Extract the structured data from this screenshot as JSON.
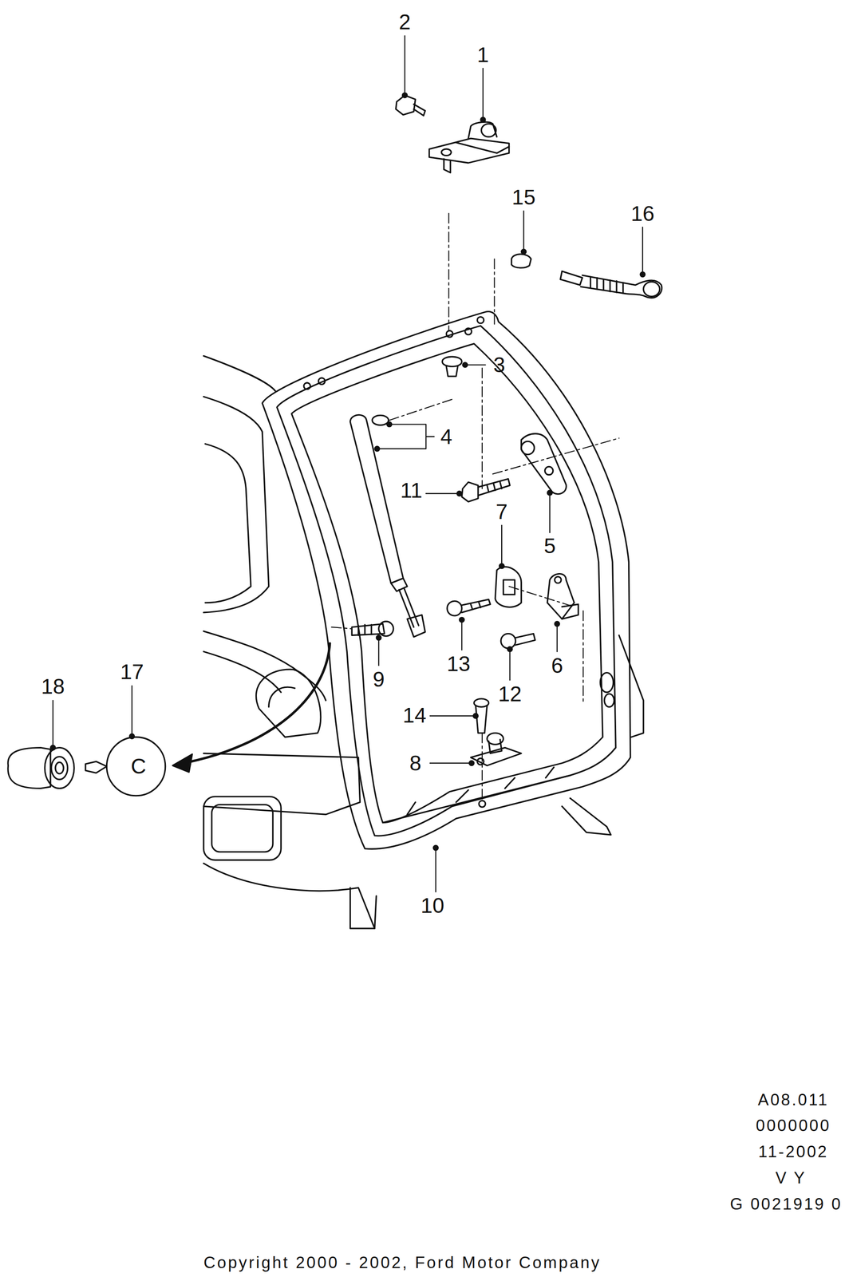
{
  "diagram": {
    "labels": [
      "2",
      "1",
      "15",
      "16",
      "3",
      "4",
      "11",
      "5",
      "7",
      "13",
      "6",
      "12",
      "9",
      "18",
      "17",
      "C",
      "14",
      "8",
      "10",
      "A08.011",
      "0000000",
      "11-2002",
      "V Y",
      "G 0021919 0",
      "Copyright 2000 - 2002, Ford Motor Company"
    ]
  }
}
